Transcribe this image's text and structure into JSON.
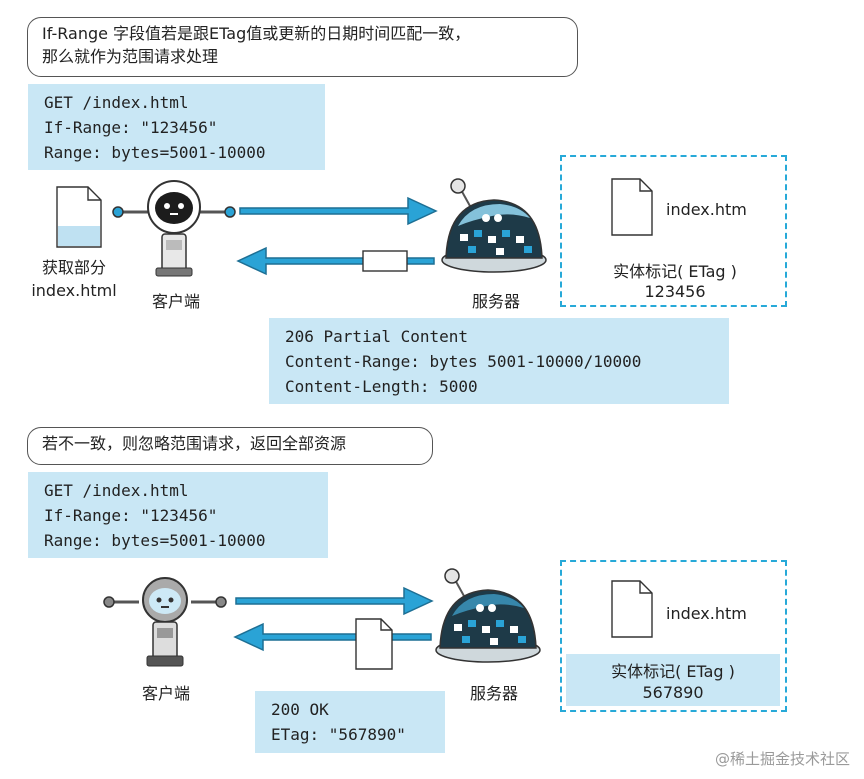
{
  "section1": {
    "callout": [
      "If-Range 字段值若是跟ETag值或更新的日期时间匹配一致，",
      "那么就作为范围请求处理"
    ],
    "request": [
      "GET /index.html",
      "If-Range: \"123456\"",
      "Range: bytes=5001-10000"
    ],
    "client_file_label": [
      "获取部分",
      "index.html"
    ],
    "client_label": "客户端",
    "server_label": "服务器",
    "server_file": "index.htm",
    "etag_label": "实体标记( ETag )",
    "etag_value": "123456",
    "response": [
      "206 Partial Content",
      "Content-Range: bytes 5001-10000/10000",
      "Content-Length: 5000"
    ]
  },
  "section2": {
    "callout": "若不一致，则忽略范围请求，返回全部资源",
    "request": [
      "GET /index.html",
      "If-Range: \"123456\"",
      "Range: bytes=5001-10000"
    ],
    "client_label": "客户端",
    "server_label": "服务器",
    "server_file": "index.htm",
    "etag_label": "实体标记( ETag )",
    "etag_value": "567890",
    "response": [
      "200 OK",
      "ETag: \"567890\""
    ]
  },
  "watermark": "@稀土掘金技术社区",
  "colors": {
    "arrow": "#2aa3d6",
    "box": "#c9e7f5",
    "dash": "#27a9d8"
  }
}
